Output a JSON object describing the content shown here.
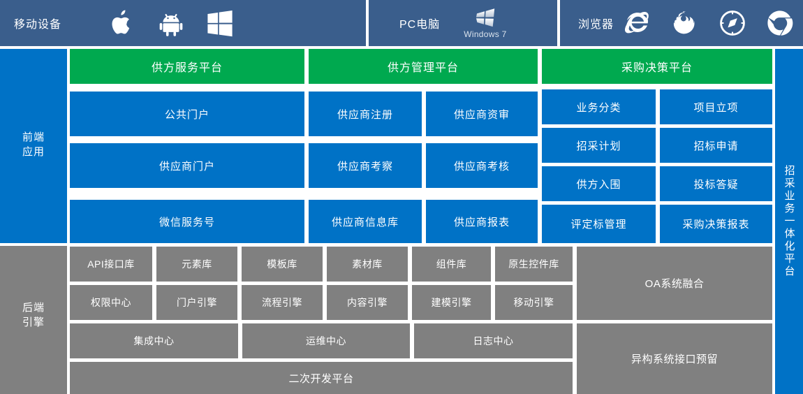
{
  "header": {
    "segments": [
      {
        "label": "移动设备",
        "icons": [
          "apple-icon",
          "android-icon",
          "windows-icon"
        ]
      },
      {
        "label": "PC电脑",
        "icons": [
          "windows7-icon"
        ],
        "os_caption": "Windows 7"
      },
      {
        "label": "浏览器",
        "icons": [
          "internet-explorer-icon",
          "firefox-icon",
          "safari-icon",
          "chrome-icon"
        ]
      }
    ]
  },
  "rails": {
    "frontend": "前端\n应用",
    "frontend_line1": "前端",
    "frontend_line2": "应用",
    "backend_line1": "后端",
    "backend_line2": "引擎"
  },
  "vertical_banner": {
    "label": "招采业务一体化平台"
  },
  "frontend": {
    "platforms": [
      {
        "title": "供方服务平台"
      },
      {
        "title": "供方管理平台"
      },
      {
        "title": "采购决策平台"
      }
    ],
    "supplier_service": [
      "公共门户",
      "供应商门户",
      "微信服务号"
    ],
    "supplier_manage": [
      [
        "供应商注册",
        "供应商资审"
      ],
      [
        "供应商考察",
        "供应商考核"
      ],
      [
        "供应商信息库",
        "供应商报表"
      ]
    ],
    "purchase_decision": [
      [
        "业务分类",
        "项目立项"
      ],
      [
        "招采计划",
        "招标申请"
      ],
      [
        "供方入围",
        "投标答疑"
      ],
      [
        "评定标管理",
        "采购决策报表"
      ]
    ]
  },
  "backend": {
    "libraries": [
      "API接口库",
      "元素库",
      "模板库",
      "素材库",
      "组件库",
      "原生控件库"
    ],
    "engines": [
      "权限中心",
      "门户引擎",
      "流程引擎",
      "内容引擎",
      "建模引擎",
      "移动引擎"
    ],
    "centers": [
      "集成中心",
      "运维中心",
      "日志中心"
    ],
    "dev_platform": "二次开发平台",
    "oa_integration": "OA系统融合",
    "hetero_interface": "异构系统接口预留"
  },
  "colors": {
    "header_blue": "#3a5e8c",
    "tile_blue": "#0072c6",
    "platform_green": "#00a94f",
    "backend_gray": "#808080",
    "page_background": "#ffffff"
  }
}
